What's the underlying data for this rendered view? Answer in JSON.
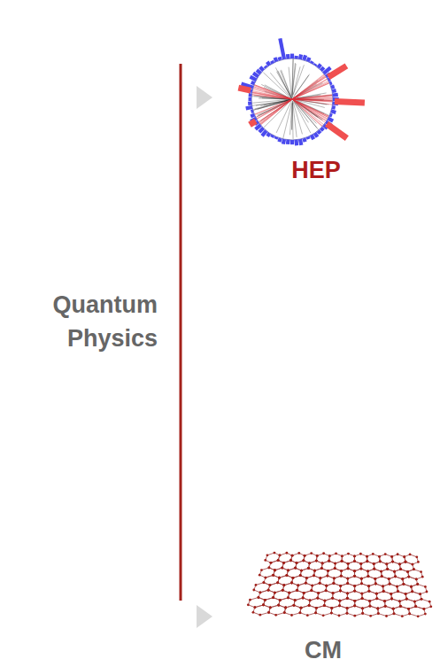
{
  "diagram": {
    "labels": [
      "Quantum Physics",
      "HEP",
      "CM"
    ]
  }
}
